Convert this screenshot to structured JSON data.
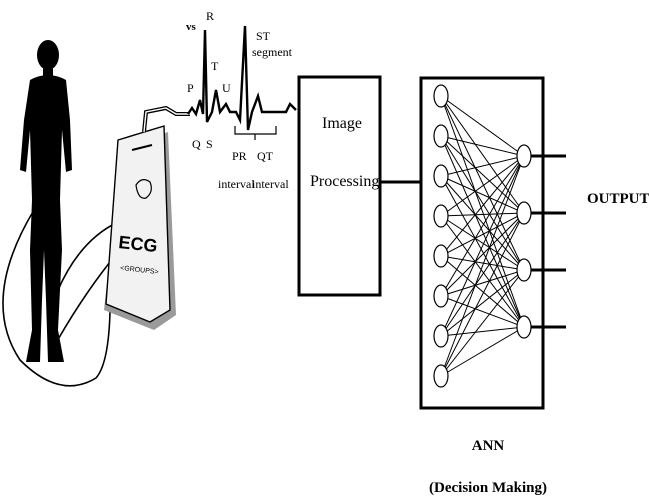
{
  "ecg_labels": {
    "vs": "vs",
    "r": "R",
    "p": "P",
    "t": "T",
    "u": "U",
    "q": "Q",
    "s": "S",
    "st": "ST",
    "segment": "segment",
    "pr": "PR",
    "pr_interval": "interval",
    "qt": "QT",
    "qt_interval": "interval"
  },
  "device": {
    "label": "ECG",
    "sublabel": "<GROUPS>"
  },
  "image_processing": {
    "line1": "Image",
    "line2": "Processing"
  },
  "ann": {
    "label": "ANN",
    "sublabel": "(Decision Making)",
    "input_nodes": 8,
    "output_nodes": 4
  },
  "output_label": "OUTPUT",
  "colors": {
    "ink": "#000000",
    "device_body": "#f2f2f2",
    "device_shadow": "#9a9a9a"
  }
}
